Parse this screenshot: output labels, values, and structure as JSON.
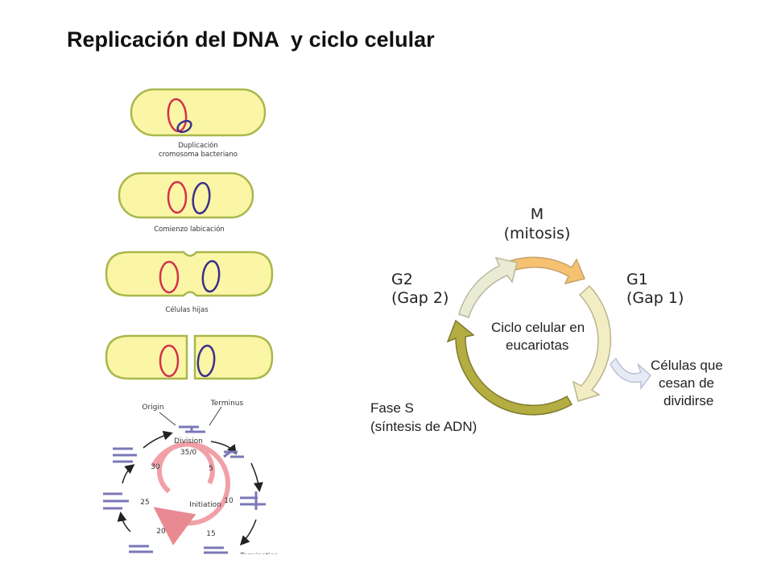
{
  "title": "Replicación del DNA  y ciclo celular",
  "bacteria": {
    "captions": [
      "Duplicación",
      "cromosoma bacteriano",
      "Comienzo labicación",
      "Células hijas"
    ]
  },
  "replication_cycle": {
    "labels": {
      "origin": "Origin",
      "terminus": "Terminus",
      "division": "Division",
      "division_value": "35/0",
      "initiation": "Initiation",
      "termination": "Termination"
    },
    "ticks": [
      "5",
      "10",
      "15",
      "20",
      "25",
      "30"
    ]
  },
  "cell_cycle": {
    "m_phase": "M",
    "m_sub": "(mitosis)",
    "g1": "G1",
    "g1_sub": "(Gap 1)",
    "g2": "G2",
    "g2_sub": "(Gap 2)",
    "s_phase": "Fase S",
    "s_sub": "(síntesis de ADN)",
    "center_line1": "Ciclo celular en",
    "center_line2": "eucariotas",
    "exit_line1": "Células que",
    "exit_line2": "cesan de",
    "exit_line3": "dividirse"
  },
  "colors": {
    "cell_fill": "#fbf5a6",
    "cell_stroke": "#a9b84c",
    "red_dna": "#d2324b",
    "blue_dna": "#3a2f8a",
    "m_arc": "#f6c170",
    "g1_arc": "#f2edc2",
    "s_arc": "#b3ad42",
    "g2_arc": "#e9ecd3",
    "exit_arrow": "#e6ebf5"
  }
}
